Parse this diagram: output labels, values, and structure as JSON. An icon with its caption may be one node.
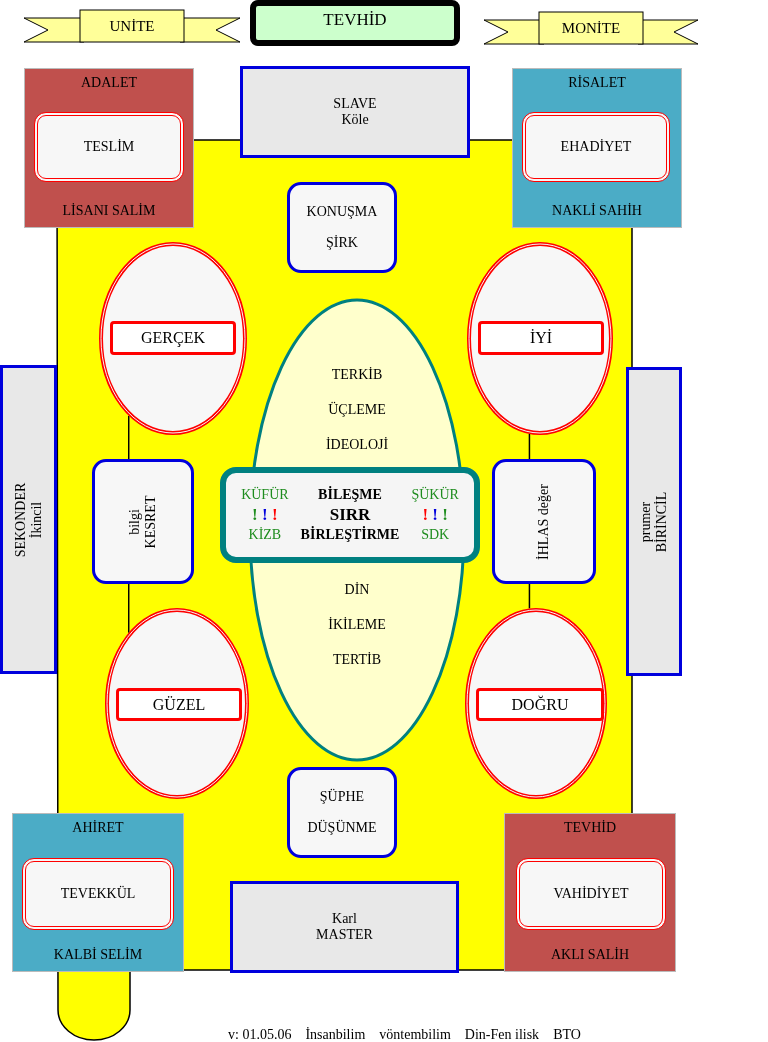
{
  "diagram": {
    "title": "TEVHİD",
    "nodes": [
      {
        "text": [
          "UNİTE"
        ]
      },
      {
        "text": [
          "MONİTE"
        ]
      },
      {
        "text": [
          "ADALET",
          "LİSANI SALİM"
        ]
      },
      {
        "text": [
          "TESLİM"
        ],
        "in": 2
      },
      {
        "text": [
          "SLAVE Köle"
        ]
      },
      {
        "text": [
          "RİSALET",
          "NAKLİ SAHİH"
        ]
      },
      {
        "text": [
          "EHADİYET"
        ],
        "in": 5
      },
      {
        "text": [
          "KONUŞMA",
          "ŞİRK"
        ]
      },
      {
        "text": [],
        "shape": "ellipse"
      },
      {
        "text": [
          "GERÇEK"
        ],
        "in": 8
      },
      {
        "text": [],
        "shape": "ellipse"
      },
      {
        "text": [
          "İYİ"
        ],
        "in": 10
      },
      {
        "text": [
          "TERKİB",
          "ÜÇLEME",
          "İDEOLOJİ",
          "DİN",
          "İKİLEME",
          "TERTİB"
        ]
      },
      {
        "text": [
          "KÜFÜR",
          "BİLEŞME",
          "ŞÜKÜR",
          "! ! !",
          "SIRR",
          "! ! !",
          "KİZB",
          "BİRLEŞTİRME",
          "SDK"
        ]
      },
      {
        "text": [
          "SEKONDER İkincil"
        ]
      },
      {
        "text": [
          "bilgi KESRET"
        ]
      },
      {
        "text": [
          "İHLAS değer"
        ]
      },
      {
        "text": [
          "prumer BİRİNCİL"
        ]
      },
      {
        "text": [],
        "shape": "ellipse"
      },
      {
        "text": [
          "GÜZEL"
        ],
        "in": 18
      },
      {
        "text": [],
        "shape": "ellipse"
      },
      {
        "text": [
          "DOĞRU"
        ],
        "in": 20
      },
      {
        "text": [
          "ŞÜPHE",
          "DÜŞÜNME"
        ]
      },
      {
        "text": [
          "AHİRET",
          "KALBİ SELİM"
        ]
      },
      {
        "text": [
          "TEVEKKÜL"
        ],
        "in": 23
      },
      {
        "text": [
          "Karl MASTER"
        ]
      },
      {
        "text": [
          "TEVHİD",
          "AKLI SALİH"
        ]
      },
      {
        "text": [
          "VAHİDİYET"
        ],
        "in": 26
      }
    ],
    "edges": [
      {
        "from": 8,
        "to": 15,
        "arrow": "none"
      },
      {
        "from": 15,
        "to": 18,
        "arrow": "none"
      },
      {
        "from": 10,
        "to": 16,
        "arrow": "none"
      },
      {
        "from": 16,
        "to": 20,
        "arrow": "none"
      }
    ],
    "labels": [
      "v: 01.05.06",
      "İnsanbilim",
      "vöntembilim",
      "Din-Fen ilisk",
      "BTO"
    ]
  }
}
